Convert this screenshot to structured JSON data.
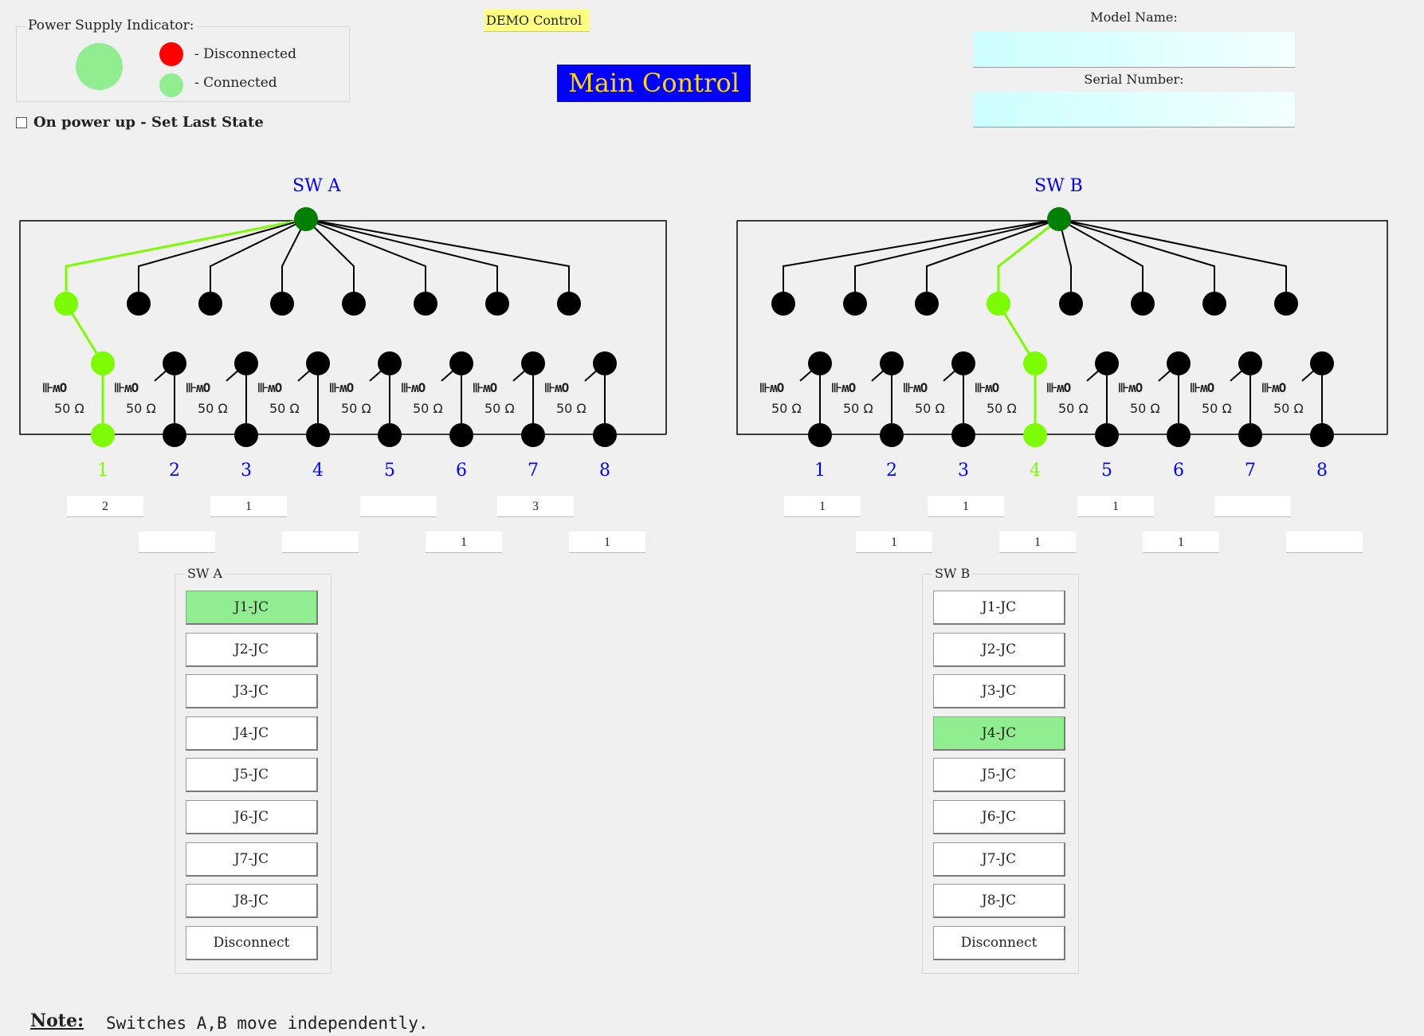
{
  "power_supply": {
    "legend": "Power Supply Indicator:",
    "disconnected_label": "- Disconnected",
    "connected_label": "- Connected",
    "status": "Connected",
    "colors": {
      "disconnected": "#ff0000",
      "connected": "#90ee90"
    }
  },
  "power_up": {
    "label": "On power up - Set Last State",
    "checked": false
  },
  "demo_label": "DEMO Control",
  "main_control": "Main Control",
  "model_name": {
    "label": "Model Name:",
    "value": ""
  },
  "serial_number": {
    "label": "Serial Number:",
    "value": ""
  },
  "resistor_label": "50 Ω",
  "colors": {
    "active": "#7cfc00",
    "common_node": "#008000",
    "inactive": "#000000",
    "port_label": "#0000ff"
  },
  "switches": [
    {
      "title": "SW A",
      "active_port": 1,
      "ports": [
        "1",
        "2",
        "3",
        "4",
        "5",
        "6",
        "7",
        "8"
      ],
      "counts_row1": [
        "2",
        "1",
        "",
        "3"
      ],
      "counts_row2": [
        "",
        "",
        "1",
        "1"
      ],
      "group_legend": "SW A",
      "buttons": [
        "J1-JC",
        "J2-JC",
        "J3-JC",
        "J4-JC",
        "J5-JC",
        "J6-JC",
        "J7-JC",
        "J8-JC",
        "Disconnect"
      ]
    },
    {
      "title": "SW B",
      "active_port": 4,
      "ports": [
        "1",
        "2",
        "3",
        "4",
        "5",
        "6",
        "7",
        "8"
      ],
      "counts_row1": [
        "1",
        "1",
        "1",
        ""
      ],
      "counts_row2": [
        "1",
        "1",
        "1",
        ""
      ],
      "group_legend": "SW B",
      "buttons": [
        "J1-JC",
        "J2-JC",
        "J3-JC",
        "J4-JC",
        "J5-JC",
        "J6-JC",
        "J7-JC",
        "J8-JC",
        "Disconnect"
      ]
    }
  ],
  "note": {
    "label": "Note:",
    "text": "Switches A,B move independently."
  }
}
